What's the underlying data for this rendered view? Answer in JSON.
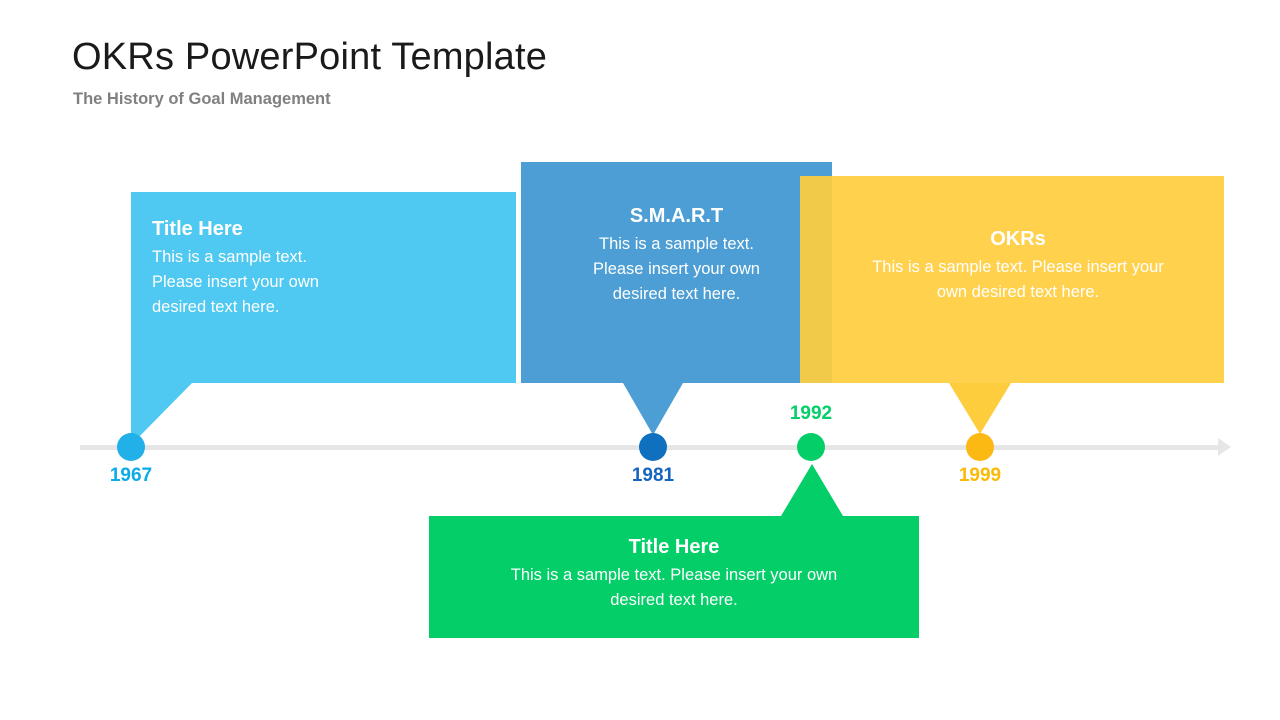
{
  "header": {
    "title": "OKRs PowerPoint Template",
    "subtitle": "The History of Goal Management"
  },
  "timeline": {
    "axis_color": "#e6e6e6",
    "milestones": [
      {
        "year": "1967",
        "year_position": "below",
        "dot_color": "#22b0e8",
        "label_color": "#09ace5",
        "card_color": "#4fc8f2",
        "card_position": "above",
        "title": "Title Here",
        "text": "This is a sample text. Please insert your own desired text here.",
        "align": "left"
      },
      {
        "year": "1981",
        "year_position": "below",
        "dot_color": "#1070c0",
        "label_color": "#1565c0",
        "card_color": "#4c9ed4",
        "card_position": "above",
        "title": "S.M.A.R.T",
        "text": "This is a sample text. Please insert your own desired text here.",
        "align": "center"
      },
      {
        "year": "1992",
        "year_position": "above",
        "dot_color": "#03ce68",
        "label_color": "#03ce68",
        "card_color": "#03ce68",
        "card_position": "below",
        "title": "Title Here",
        "text": "This is a sample text. Please insert your own desired text here.",
        "align": "center"
      },
      {
        "year": "1999",
        "year_position": "below",
        "dot_color": "#fcb813",
        "label_color": "#fbba07",
        "card_color": "#fdcd3e",
        "card_position": "above",
        "title": "OKRs",
        "text": "This is a sample text. Please insert your own desired text here.",
        "align": "center"
      }
    ]
  }
}
